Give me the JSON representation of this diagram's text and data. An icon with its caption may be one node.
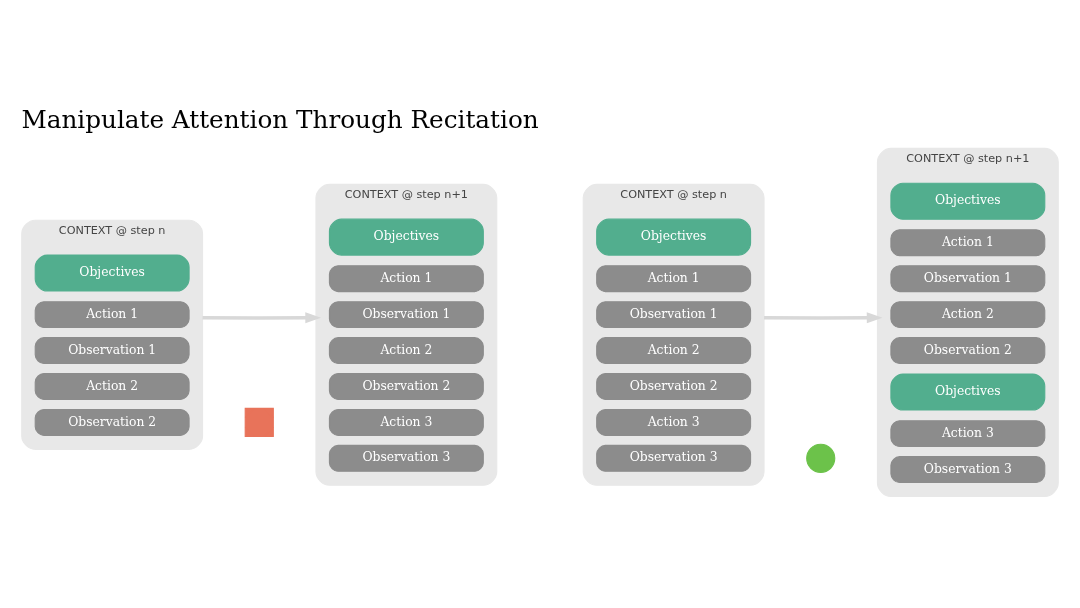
{
  "diagram": {
    "title": "Manipulate Attention Through Recitation",
    "nodes": [
      {
        "text": [
          "CONTEXT @ step n"
        ]
      },
      {
        "text": [
          "Objectives"
        ],
        "in": 0
      },
      {
        "text": [
          "Action 1"
        ],
        "in": 0
      },
      {
        "text": [
          "Observation 1"
        ],
        "in": 0
      },
      {
        "text": [
          "Action 2"
        ],
        "in": 0
      },
      {
        "text": [
          "Observation 2"
        ],
        "in": 0
      },
      {
        "text": [
          "CONTEXT @ step n+1"
        ]
      },
      {
        "text": [
          "Objectives"
        ],
        "in": 6
      },
      {
        "text": [
          "Action 1"
        ],
        "in": 6
      },
      {
        "text": [
          "Observation 1"
        ],
        "in": 6
      },
      {
        "text": [
          "Action 2"
        ],
        "in": 6
      },
      {
        "text": [
          "Observation 2"
        ],
        "in": 6
      },
      {
        "text": [
          "Action 3"
        ],
        "in": 6
      },
      {
        "text": [
          "Observation 3"
        ],
        "in": 6
      },
      {
        "text": [
          "CONTEXT @ step n"
        ]
      },
      {
        "text": [
          "Objectives"
        ],
        "in": 14
      },
      {
        "text": [
          "Action 1"
        ],
        "in": 14
      },
      {
        "text": [
          "Observation 1"
        ],
        "in": 14
      },
      {
        "text": [
          "Action 2"
        ],
        "in": 14
      },
      {
        "text": [
          "Observation 2"
        ],
        "in": 14
      },
      {
        "text": [
          "Action 3"
        ],
        "in": 14
      },
      {
        "text": [
          "Observation 3"
        ],
        "in": 14
      },
      {
        "text": [
          "CONTEXT @ step n+1"
        ]
      },
      {
        "text": [
          "Objectives"
        ],
        "in": 22
      },
      {
        "text": [
          "Action 1"
        ],
        "in": 22
      },
      {
        "text": [
          "Observation 1"
        ],
        "in": 22
      },
      {
        "text": [
          "Action 2"
        ],
        "in": 22
      },
      {
        "text": [
          "Observation 2"
        ],
        "in": 22
      },
      {
        "text": [
          "Objectives"
        ],
        "in": 22
      },
      {
        "text": [
          "Action 3"
        ],
        "in": 22
      },
      {
        "text": [
          "Observation 3"
        ],
        "in": 22
      },
      {
        "text": [],
        "shape": "cross"
      },
      {
        "text": [],
        "shape": "check"
      }
    ],
    "edges": [
      {
        "from": 0,
        "to": 6,
        "arrow": "to"
      },
      {
        "from": 14,
        "to": 22,
        "arrow": "to"
      }
    ]
  }
}
